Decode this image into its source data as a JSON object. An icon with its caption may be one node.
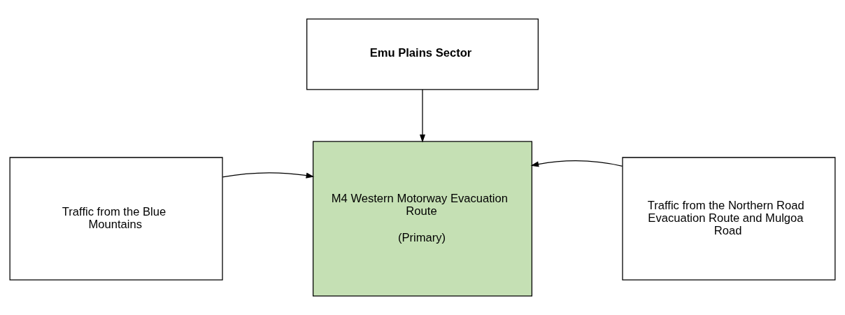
{
  "diagram": {
    "nodes": [
      {
        "text": [
          "Emu Plains Sector"
        ]
      },
      {
        "text": [
          "Traffic from the Blue Mountains"
        ]
      },
      {
        "text": [
          "M4 Western Motorway Evacuation Route",
          "(Primary)"
        ]
      },
      {
        "text": [
          "Traffic from the Northern Road Evacuation Route and Mulgoa Road"
        ]
      }
    ],
    "edges": [
      {
        "from": 0,
        "to": 2,
        "arrow": "to"
      },
      {
        "from": 1,
        "to": 2,
        "arrow": "to"
      },
      {
        "from": 3,
        "to": 2,
        "arrow": "to"
      }
    ]
  }
}
